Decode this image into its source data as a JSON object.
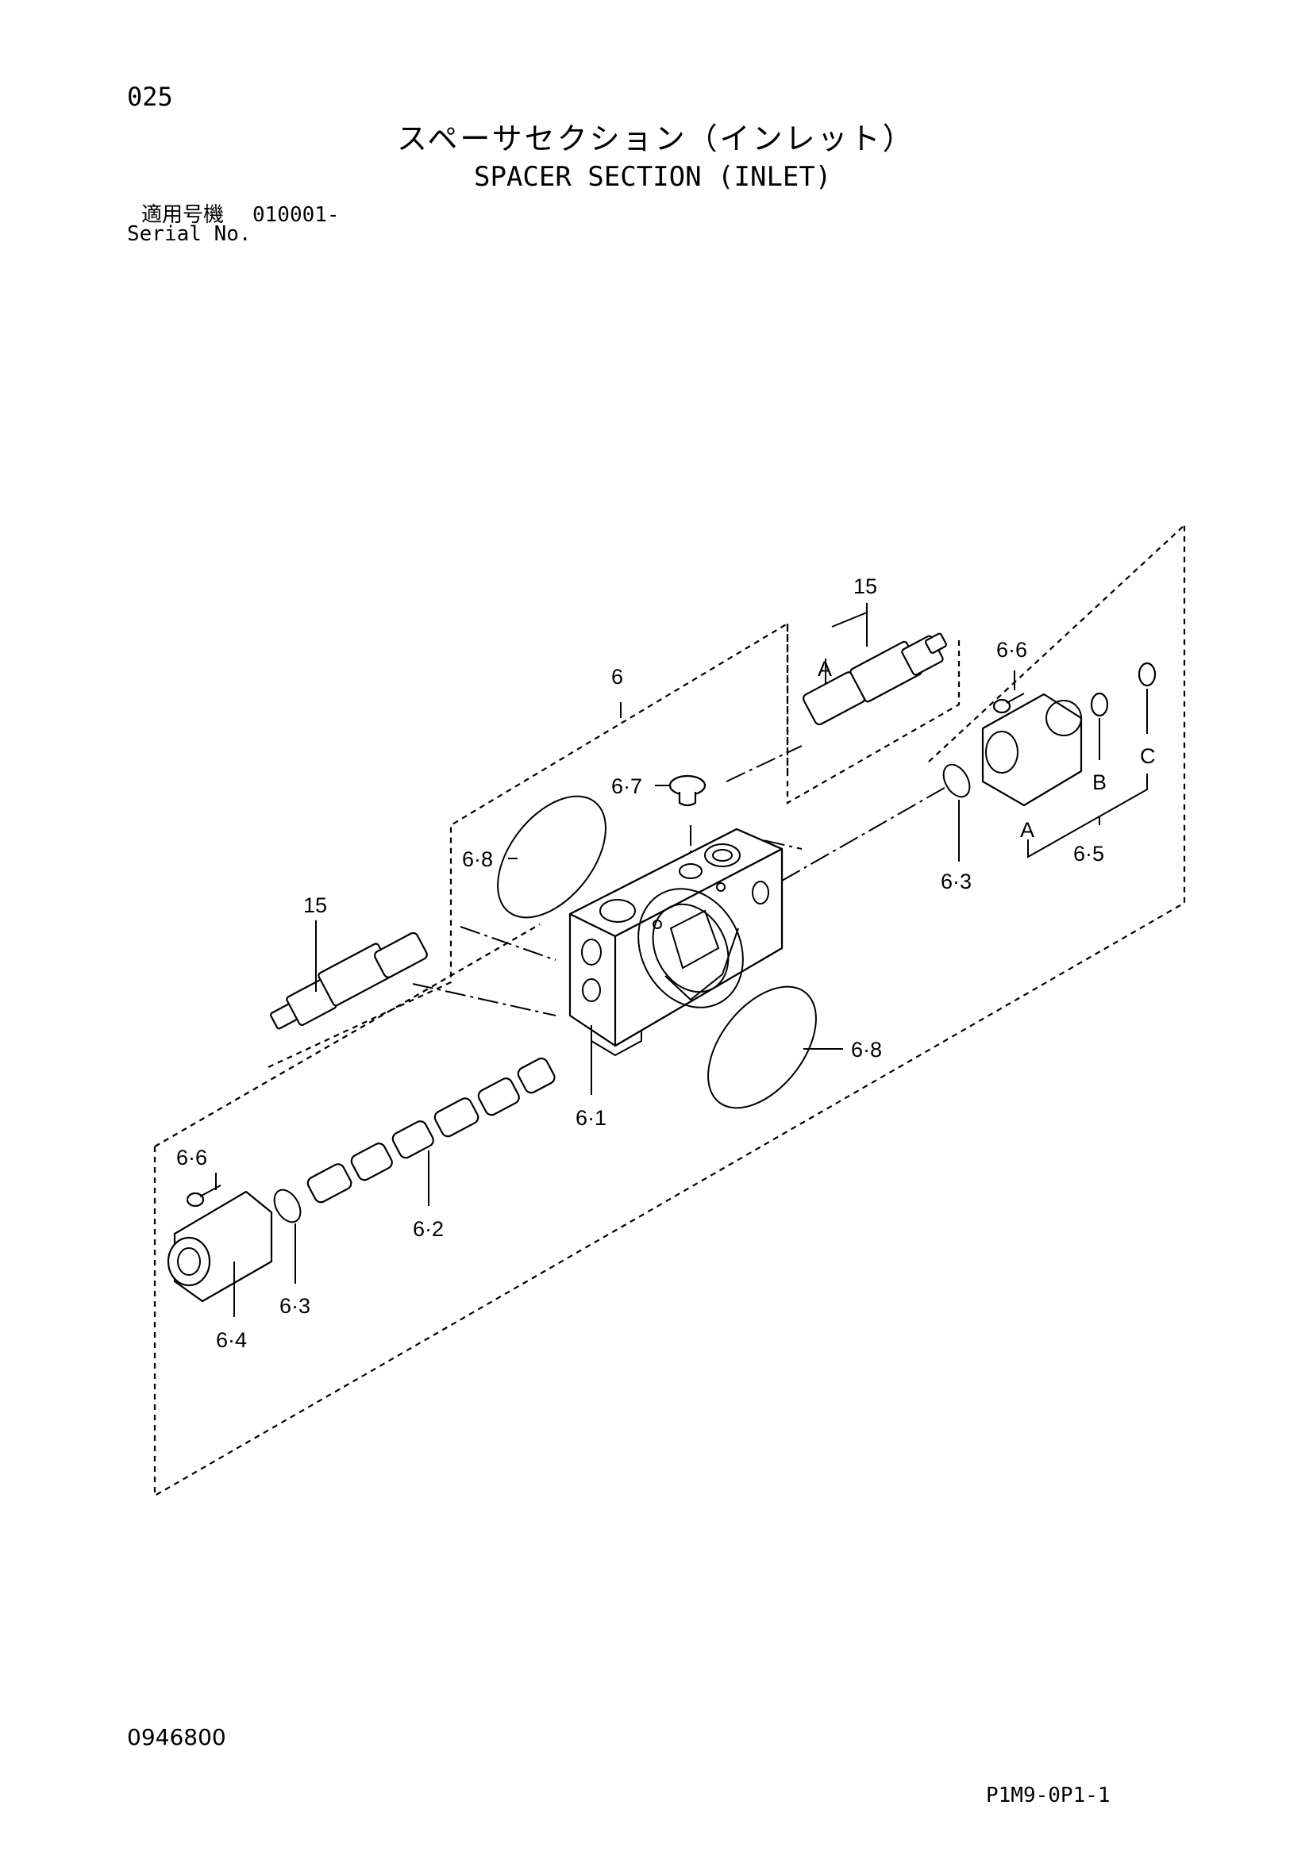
{
  "header": {
    "page_number": "025",
    "title_jp": "スペーサセクション（インレット）",
    "title_en": "SPACER SECTION (INLET)",
    "serial_label_jp": "適用号機",
    "serial_range": "010001-",
    "serial_label_en": "Serial No."
  },
  "footer": {
    "doc_number": "0946800",
    "sheet_code": "P1M9-0P1-1"
  },
  "callouts": {
    "c15_top": "15",
    "a_top": "A",
    "c6": "6",
    "c66_top": "6·6",
    "c67": "6·7",
    "c68_left": "6·8",
    "c_right": "C",
    "b_right": "B",
    "a_right": "A",
    "c65": "6·5",
    "c63_right": "6·3",
    "c15_left": "15",
    "c68_bottom": "6·8",
    "c61": "6·1",
    "c66_bottom": "6·6",
    "c62": "6·2",
    "c63_bottom": "6·3",
    "c64": "6·4"
  }
}
